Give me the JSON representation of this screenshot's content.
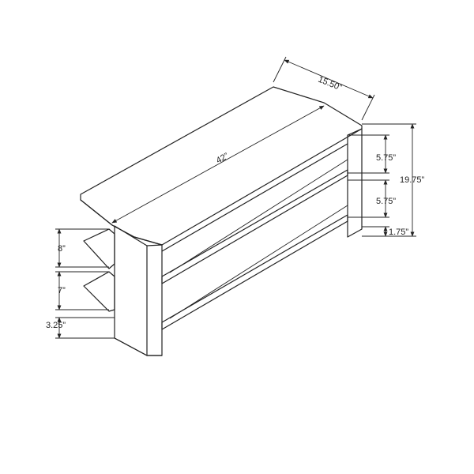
{
  "diagram": {
    "colors": {
      "line": "#222222",
      "background": "#ffffff"
    },
    "dimensions": {
      "depth": "15.50”",
      "width": "42”",
      "upper_gap": "5.75”",
      "middle_gap": "5.75”",
      "total_height": "19.75”",
      "bottom_clearance": "1.75”",
      "side_upper_gap": "8”",
      "side_middle_gap": "7”",
      "side_bottom_clearance": "3.25”"
    }
  }
}
